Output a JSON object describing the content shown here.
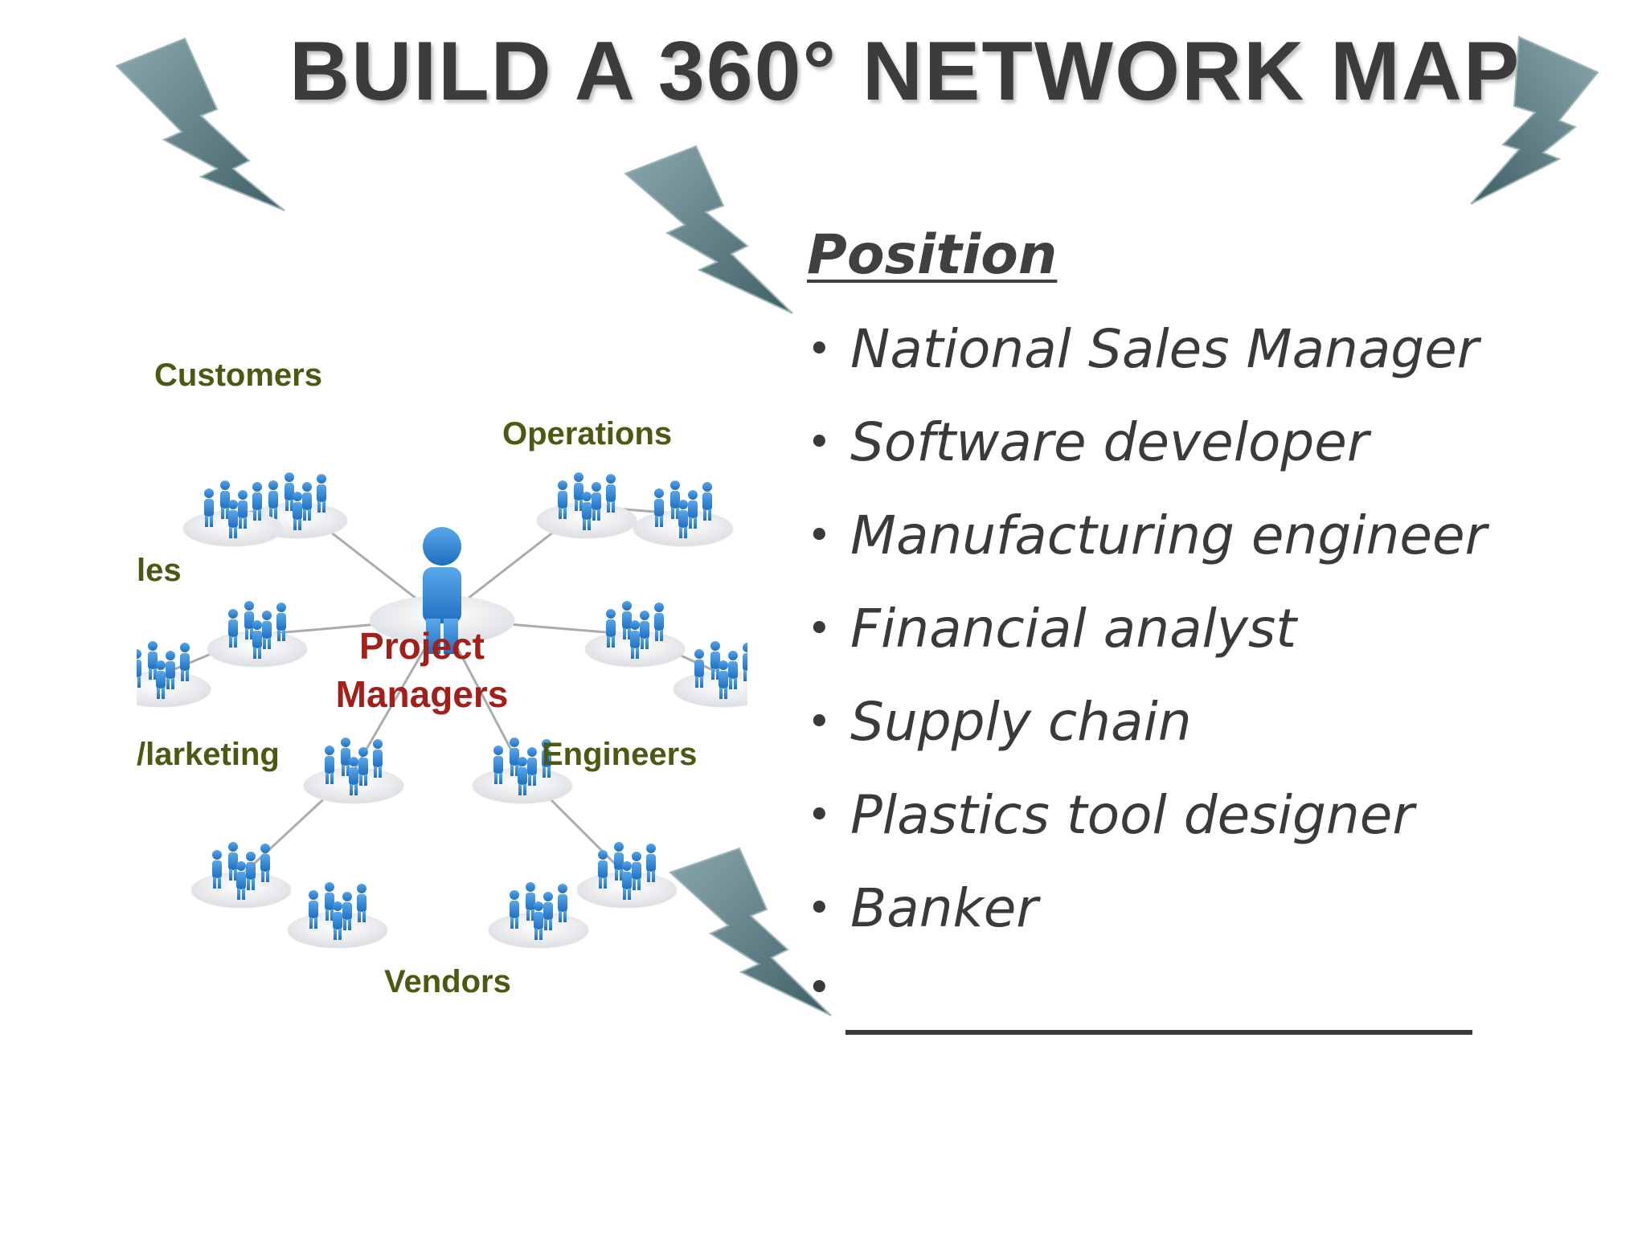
{
  "title": "BUILD A 360° NETWORK MAP",
  "network": {
    "center_label_line1": "Project",
    "center_label_line2": "Managers",
    "labels": {
      "customers": "Customers",
      "operations": "Operations",
      "sales": "les",
      "marketing": "/larketing",
      "engineers": "Engineers",
      "vendors": "Vendors"
    },
    "colors": {
      "group_label": "#4a5a12",
      "center_label": "#a3201a",
      "people": "#2f86d6",
      "bolt": "#5f7f86"
    }
  },
  "positions": {
    "heading": "Position",
    "items": [
      "National Sales Manager",
      "Software developer",
      "Manufacturing engineer",
      "Financial analyst",
      "Supply chain",
      "Plastics tool designer",
      "Banker"
    ],
    "bullet": "•"
  }
}
